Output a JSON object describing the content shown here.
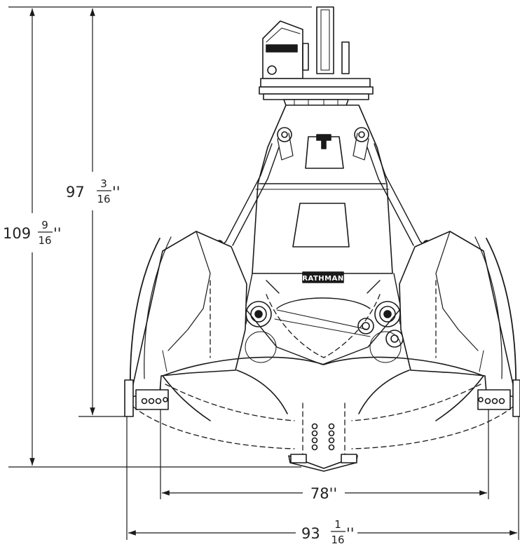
{
  "dimensions": {
    "overall_height": {
      "whole": "109",
      "num": "9",
      "den": "16",
      "unit": "''"
    },
    "body_height": {
      "whole": "97",
      "num": "3",
      "den": "16",
      "unit": "''"
    },
    "inner_width": {
      "text": "78''"
    },
    "overall_width": {
      "whole": "93",
      "num": "1",
      "den": "16",
      "unit": "''"
    }
  },
  "nameplate": {
    "text": "RATHMAN"
  },
  "colors": {
    "line": "#1a1a1a",
    "background": "#ffffff"
  }
}
